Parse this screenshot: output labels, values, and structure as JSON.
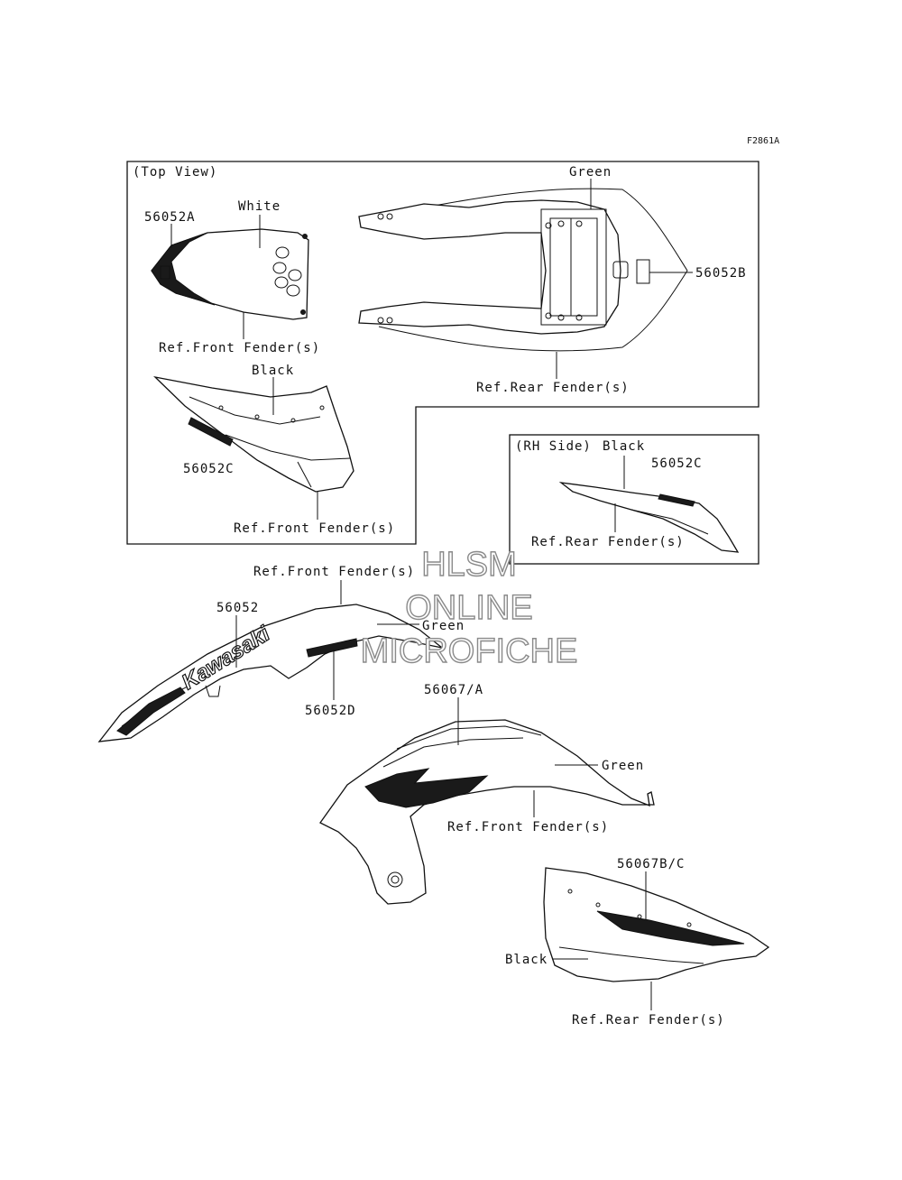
{
  "figure_code": "F2861A",
  "top_view": {
    "title": "(Top View)",
    "white": "White",
    "green": "Green",
    "black": "Black",
    "part_56052a": "56052A",
    "part_56052b": "56052B",
    "part_56052c": "56052C",
    "ref_front_1": "Ref.Front Fender(s)",
    "ref_rear": "Ref.Rear Fender(s)",
    "ref_front_2": "Ref.Front Fender(s)"
  },
  "rh_side": {
    "title": "(RH Side)",
    "black": "Black",
    "part_56052c": "56052C",
    "ref_rear": "Ref.Rear Fender(s)"
  },
  "main": {
    "ref_front_top": "Ref.Front Fender(s)",
    "part_56052": "56052",
    "green_1": "Green",
    "part_56052d": "56052D",
    "brand": "Kawasaki",
    "part_56067a": "56067/A",
    "green_2": "Green",
    "ref_front_mid": "Ref.Front Fender(s)",
    "part_56067bc": "56067B/C",
    "black": "Black",
    "ref_rear_bottom": "Ref.Rear Fender(s)"
  },
  "watermark": {
    "line1": "HLSM",
    "line2": "ONLINE",
    "line3": "MICROFICHE"
  }
}
